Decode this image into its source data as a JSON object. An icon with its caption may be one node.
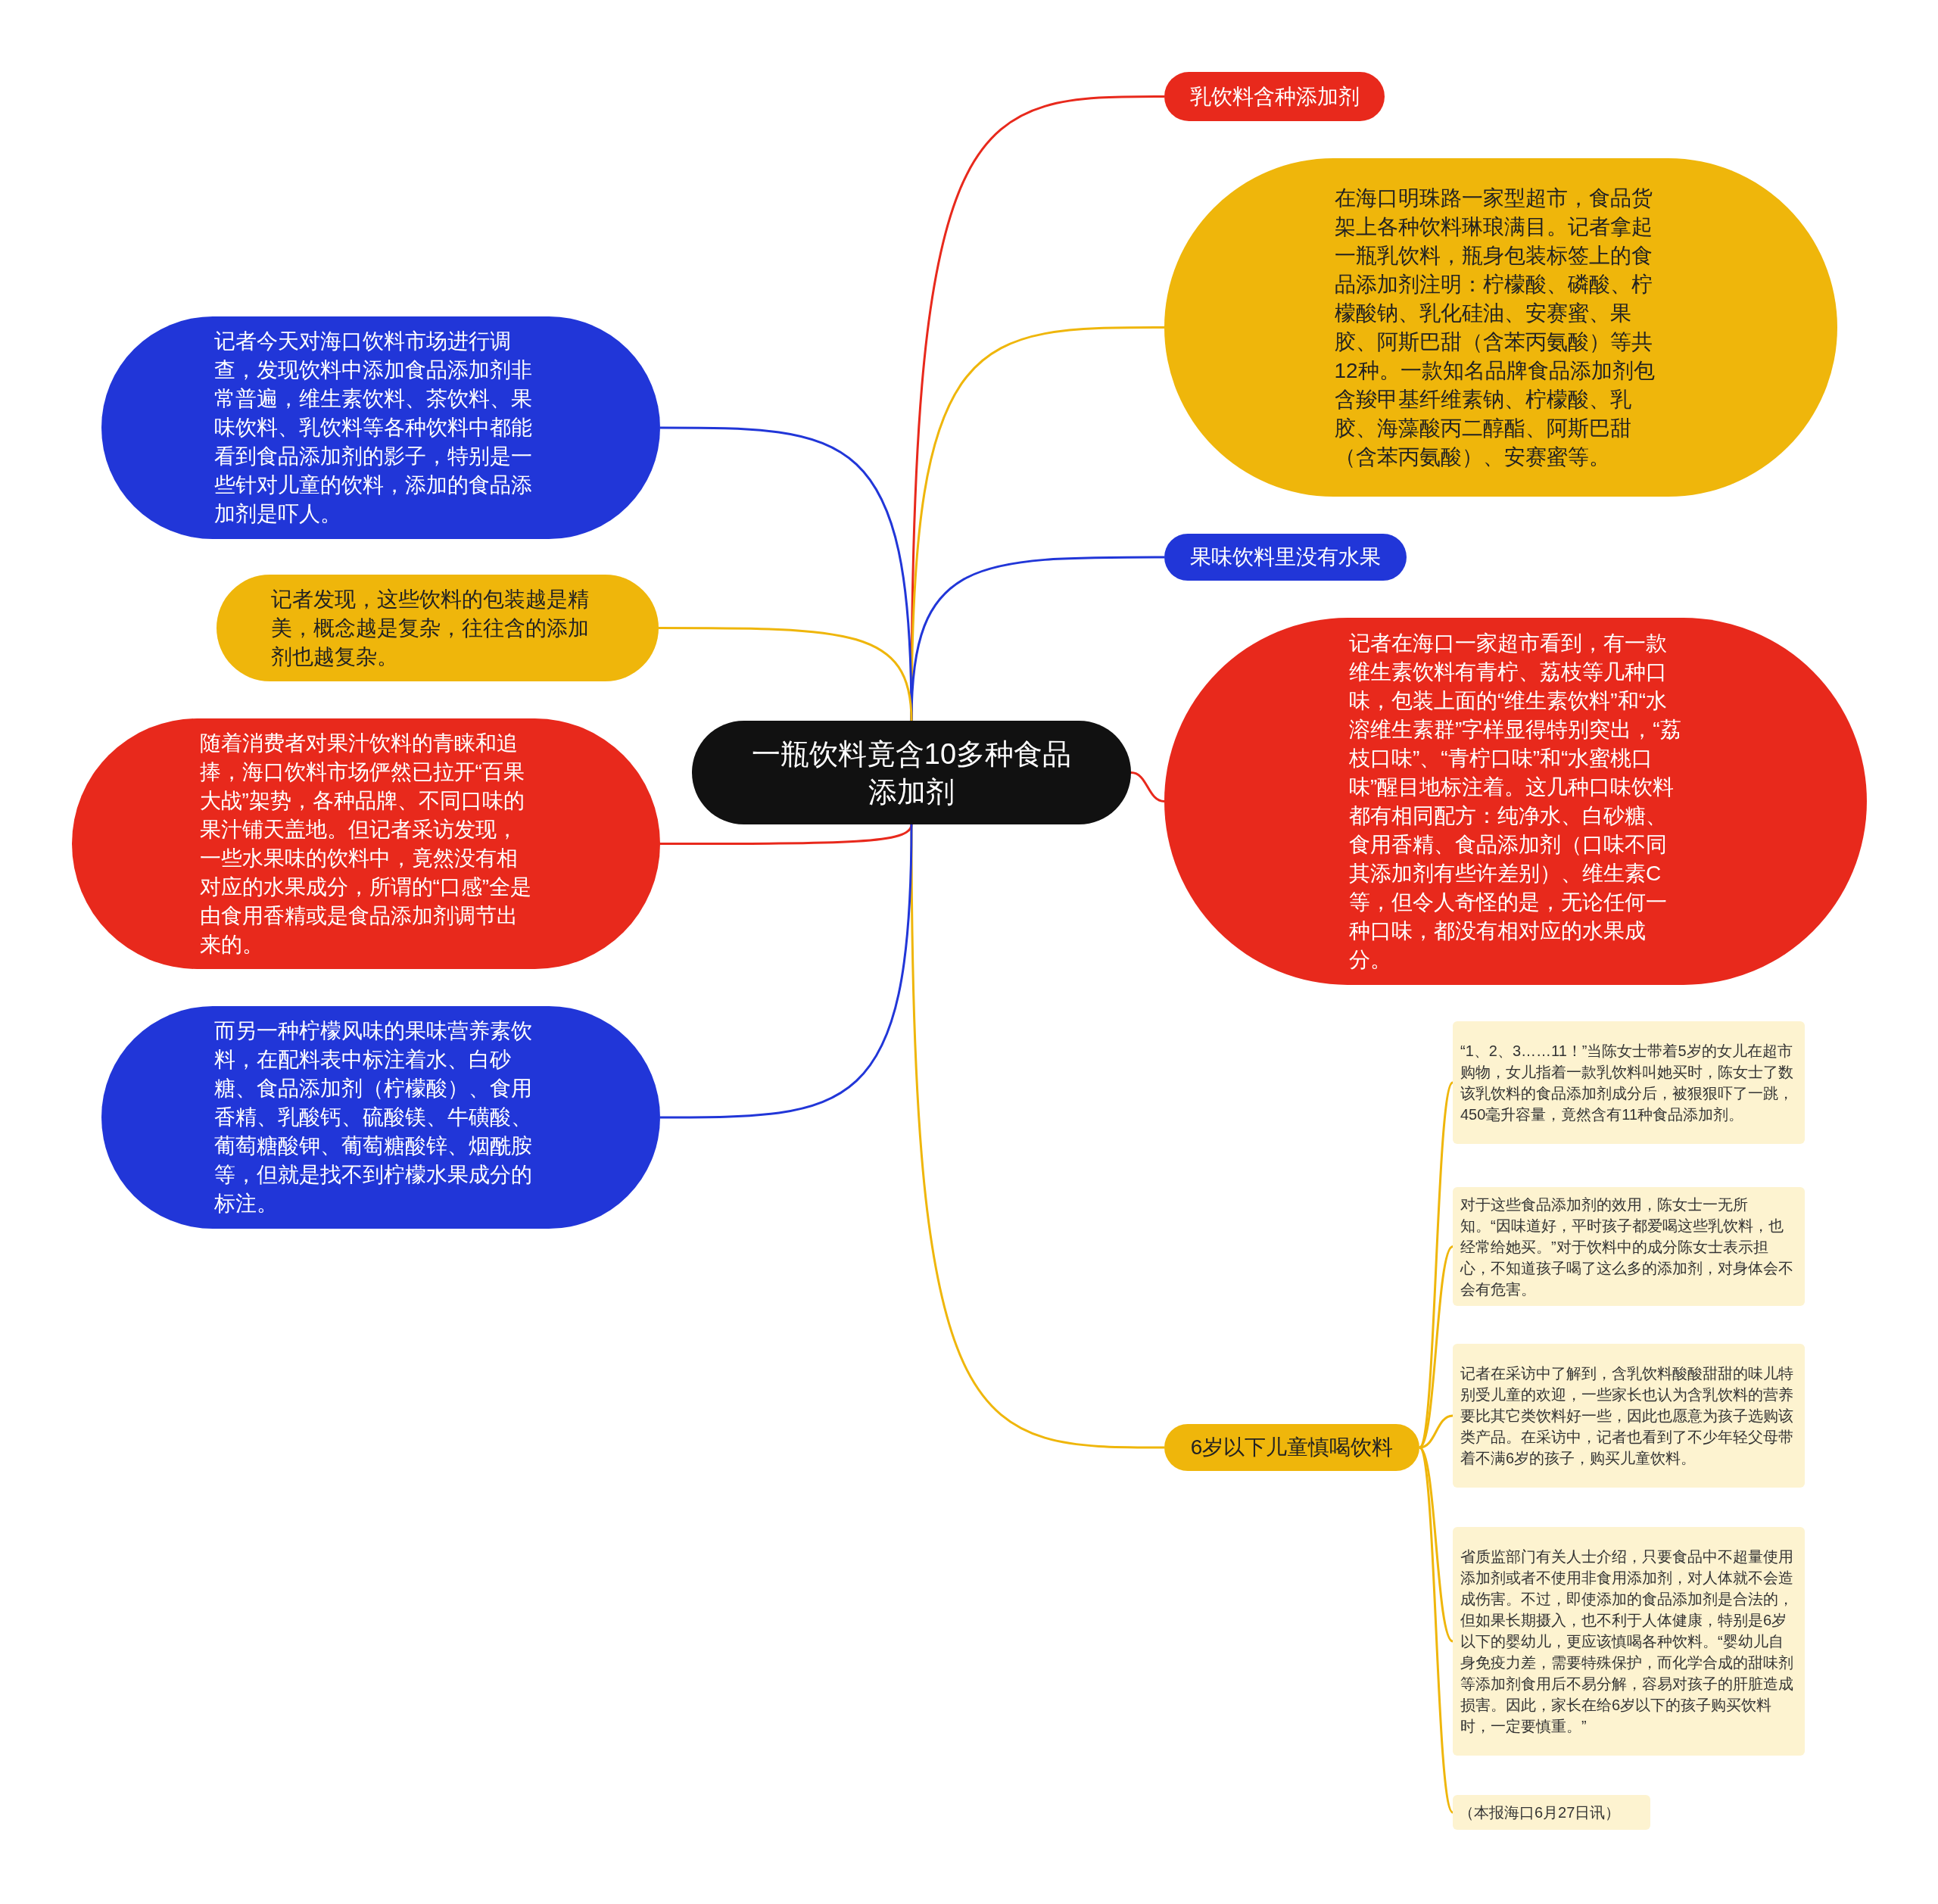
{
  "diagram": {
    "nodes": [
      {
        "text": [
          "一瓶饮料竟含10多种食品添加剂"
        ]
      },
      {
        "text": [
          "乳饮料含种添加剂"
        ]
      },
      {
        "text": [
          "在海口明珠路一家型超市，食品货架上各种饮料琳琅满目。记者拿起一瓶乳饮料，瓶身包装标签上的食品添加剂注明：柠檬酸、磷酸、柠檬酸钠、乳化硅油、安赛蜜、果胶、阿斯巴甜（含苯丙氨酸）等共12种。一款知名品牌食品添加剂包含羧甲基纤维素钠、柠檬酸、乳胶、海藻酸丙二醇酯、阿斯巴甜（含苯丙氨酸）、安赛蜜等。"
        ]
      },
      {
        "text": [
          "果味饮料里没有水果"
        ]
      },
      {
        "text": [
          "记者在海口一家超市看到，有一款维生素饮料有青柠、荔枝等几种口味，包装上面的“维生素饮料”和“水溶维生素群”字样显得特别突出，“荔枝口味”、“青柠口味”和“水蜜桃口味”醒目地标注着。这几种口味饮料都有相同配方：纯净水、白砂糖、食用香精、食品添加剂（口味不同其添加剂有些许差别）、维生素C等，但令人奇怪的是，无论任何一种口味，都没有相对应的水果成分。"
        ]
      },
      {
        "text": [
          "6岁以下儿童慎喝饮料"
        ]
      },
      {
        "text": [
          "“1、2、3……11！”当陈女士带着5岁的女儿在超市购物，女儿指着一款乳饮料叫她买时，陈女士了数该乳饮料的食品添加剂成分后，被狠狠吓了一跳，450毫升容量，竟然含有11种食品添加剂。"
        ]
      },
      {
        "text": [
          "对于这些食品添加剂的效用，陈女士一无所知。“因味道好，平时孩子都爱喝这些乳饮料，也经常给她买。”对于饮料中的成分陈女士表示担心，不知道孩子喝了这么多的添加剂，对身体会不会有危害。"
        ]
      },
      {
        "text": [
          "记者在采访中了解到，含乳饮料酸酸甜甜的味儿特别受儿童的欢迎，一些家长也认为含乳饮料的营养要比其它类饮料好一些，因此也愿意为孩子选购该类产品。在采访中，记者也看到了不少年轻父母带着不满6岁的孩子，购买儿童饮料。"
        ]
      },
      {
        "text": [
          "省质监部门有关人士介绍，只要食品中不超量使用添加剂或者不使用非食用添加剂，对人体就不会造成伤害。不过，即使添加的食品添加剂是合法的，但如果长期摄入，也不利于人体健康，特别是6岁以下的婴幼儿，更应该慎喝各种饮料。“婴幼儿自身免疫力差，需要特殊保护，而化学合成的甜味剂等添加剂食用后不易分解，容易对孩子的肝脏造成损害。因此，家长在给6岁以下的孩子购买饮料时，一定要慎重。”"
        ]
      },
      {
        "text": [
          "（本报海口6月27日讯）"
        ]
      },
      {
        "text": [
          "记者今天对海口饮料市场进行调查，发现饮料中添加食品添加剂非常普遍，维生素饮料、茶饮料、果味饮料、乳饮料等各种饮料中都能看到食品添加剂的影子，特别是一些针对儿童的饮料，添加的食品添加剂是吓人。"
        ]
      },
      {
        "text": [
          "记者发现，这些饮料的包装越是精美，概念越是复杂，往往含的添加剂也越复杂。"
        ]
      },
      {
        "text": [
          "随着消费者对果汁饮料的青睐和追捧，海口饮料市场俨然已拉开“百果大战”架势，各种品牌、不同口味的果汁铺天盖地。但记者采访发现，一些水果味的饮料中，竟然没有相对应的水果成分，所谓的“口感”全是由食用香精或是食品添加剂调节出来的。"
        ]
      },
      {
        "text": [
          "而另一种柠檬风味的果味营养素饮料，在配料表中标注着水、白砂糖、食品添加剂（柠檬酸）、食用香精、乳酸钙、硫酸镁、牛磺酸、葡萄糖酸钾、葡萄糖酸锌、烟酰胺等，但就是找不到柠檬水果成分的标注。"
        ]
      }
    ],
    "edges": [
      {
        "from": 0,
        "to": 1,
        "arrow": "none",
        "color": "#e8291c"
      },
      {
        "from": 0,
        "to": 2,
        "arrow": "none",
        "color": "#efb60b"
      },
      {
        "from": 0,
        "to": 3,
        "arrow": "none",
        "color": "#2136d8"
      },
      {
        "from": 0,
        "to": 4,
        "arrow": "none",
        "color": "#e8291c"
      },
      {
        "from": 0,
        "to": 5,
        "arrow": "none",
        "color": "#efb60b"
      },
      {
        "from": 5,
        "to": 6,
        "arrow": "none",
        "color": "#efb60b"
      },
      {
        "from": 5,
        "to": 7,
        "arrow": "none",
        "color": "#efb60b"
      },
      {
        "from": 5,
        "to": 8,
        "arrow": "none",
        "color": "#efb60b"
      },
      {
        "from": 5,
        "to": 9,
        "arrow": "none",
        "color": "#efb60b"
      },
      {
        "from": 5,
        "to": 10,
        "arrow": "none",
        "color": "#efb60b"
      },
      {
        "from": 0,
        "to": 11,
        "arrow": "none",
        "color": "#2136d8"
      },
      {
        "from": 0,
        "to": 12,
        "arrow": "none",
        "color": "#efb60b"
      },
      {
        "from": 0,
        "to": 13,
        "arrow": "none",
        "color": "#e8291c"
      },
      {
        "from": 0,
        "to": 14,
        "arrow": "none",
        "color": "#2136d8"
      }
    ]
  }
}
